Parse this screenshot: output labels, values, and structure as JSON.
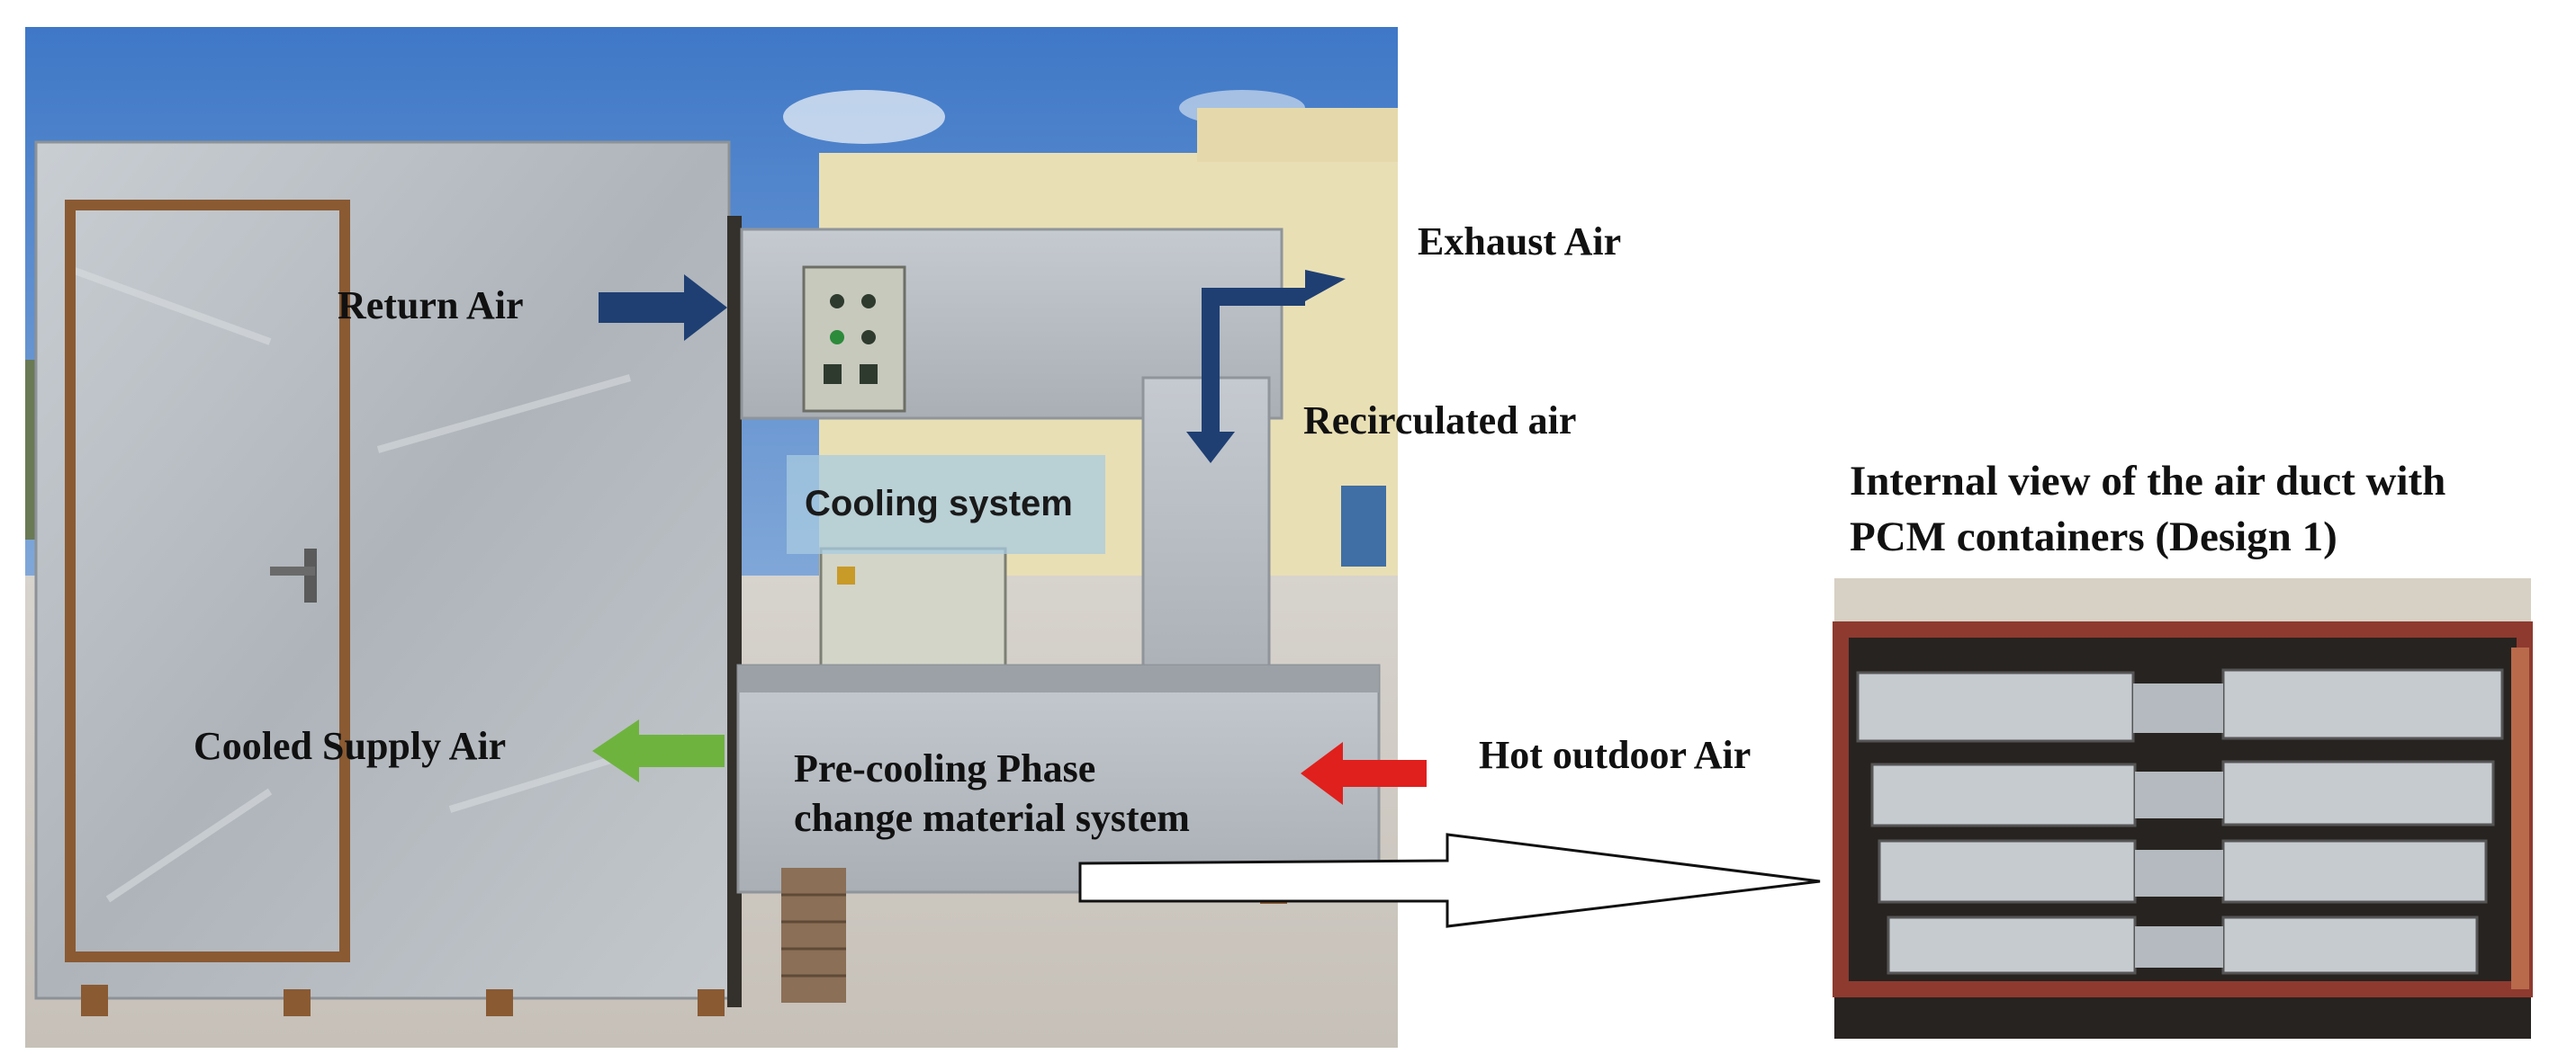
{
  "labels": {
    "return_air": "Return  Air",
    "exhaust_air": "Exhaust Air",
    "recirculated_air": "Recirculated air",
    "cooling_system": "Cooling system",
    "cooled_supply_air": "Cooled Supply Air",
    "pre_cooling_line1": "Pre-cooling Phase",
    "pre_cooling_line2": "change material system",
    "hot_outdoor_air": "Hot outdoor Air",
    "internal_view_line1": "Internal view of the air duct with",
    "internal_view_line2": "PCM containers (Design 1)"
  },
  "colors": {
    "flow_arrow": "#1f3f73",
    "supply_arrow": "#6fb33f",
    "hot_arrow": "#e0201c",
    "cooling_box": "#a8cbe0"
  }
}
